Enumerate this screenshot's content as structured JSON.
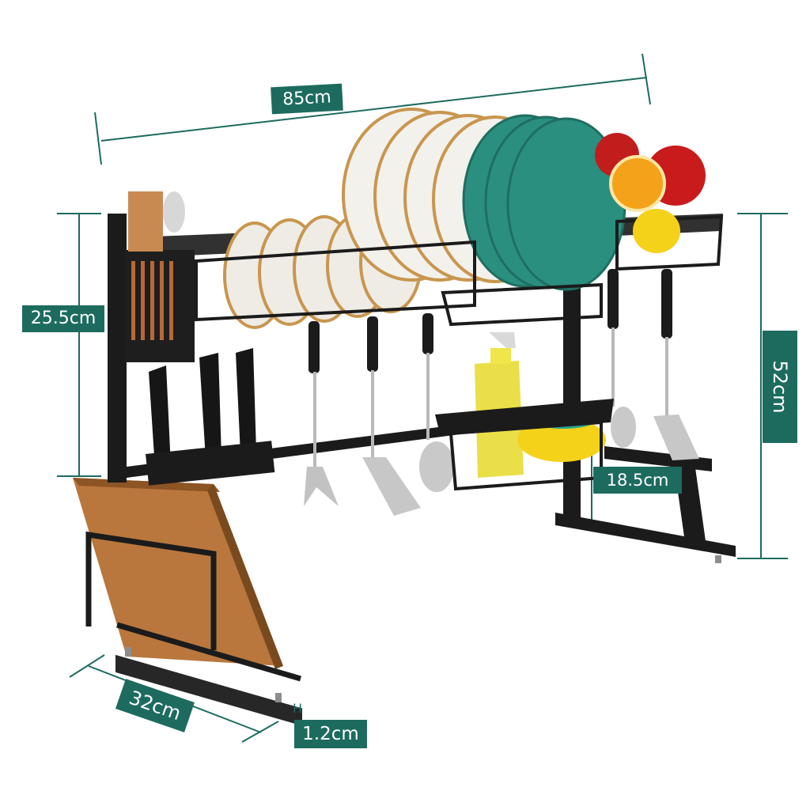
{
  "dimensions": {
    "width": "85cm",
    "height_left": "25.5cm",
    "height_right": "52cm",
    "basket_height": "18.5cm",
    "depth": "32cm",
    "foot_height": "1.2cm",
    "foot_marker": "H"
  },
  "colors": {
    "label_bg": "#1d6b5f",
    "label_text": "#ffffff",
    "rack": "#1b1b1b",
    "plate_teal": "#2a8f7f",
    "plate_white": "#f3f1ec",
    "plate_rim": "#c8964e",
    "board": "#b9773d"
  }
}
